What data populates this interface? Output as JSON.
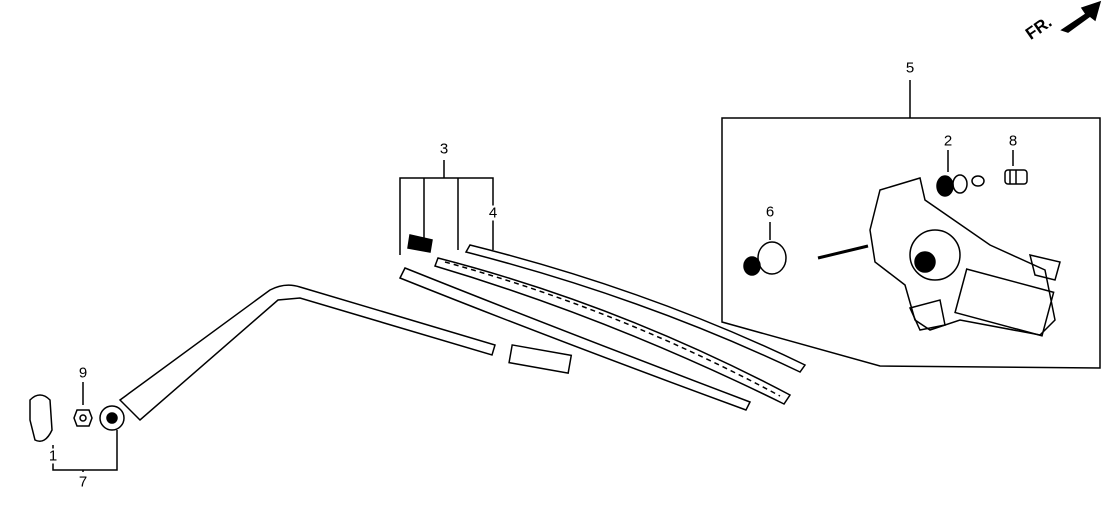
{
  "diagram": {
    "direction_label": "FR.",
    "callouts": [
      {
        "id": "1",
        "label": "1"
      },
      {
        "id": "2",
        "label": "2"
      },
      {
        "id": "3",
        "label": "3"
      },
      {
        "id": "4",
        "label": "4"
      },
      {
        "id": "5",
        "label": "5"
      },
      {
        "id": "6",
        "label": "6"
      },
      {
        "id": "7",
        "label": "7"
      },
      {
        "id": "8",
        "label": "8"
      },
      {
        "id": "9",
        "label": "9"
      }
    ]
  }
}
